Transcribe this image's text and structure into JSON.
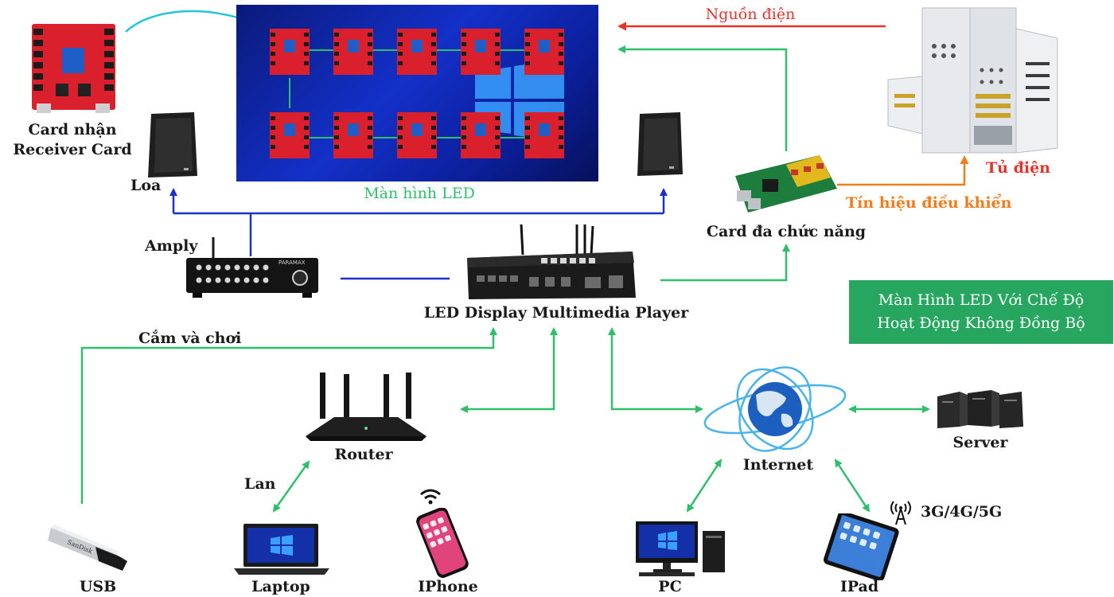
{
  "labels": {
    "receiver_card_line1": "Card nhận",
    "receiver_card_line2": "Receiver Card",
    "speaker": "Loa",
    "led_screen": "Màn hình LED",
    "power": "Nguồn điện",
    "cabinet": "Tủ điện",
    "control_signal": "Tín hiệu điều khiển",
    "multi_card": "Card đa chức năng",
    "amply": "Amply",
    "player": "LED Display Multimedia Player",
    "plug_play": "Cắm và chơi",
    "router": "Router",
    "lan": "Lan",
    "internet": "Internet",
    "server": "Server",
    "network": "3G/4G/5G",
    "usb": "USB",
    "laptop": "Laptop",
    "iphone": "IPhone",
    "pc": "PC",
    "ipad": "IPad",
    "amp_brand": "PARAMAX"
  },
  "info_box": {
    "line1": "Màn Hình LED Với Chế Độ",
    "line2": "Hoạt Động Không Đồng Bộ"
  },
  "colors": {
    "green_link": "#2fbf6a",
    "blue_link": "#1e2fd0",
    "power_red": "#e5332a",
    "signal_orange": "#f07d1e",
    "cyan_link": "#22c5d8",
    "box_green": "#27a660",
    "screen_blue": "#1330c8"
  },
  "icons": [
    "receiver-card-icon",
    "speaker-icon",
    "led-screen-icon",
    "electrical-cabinet-icon",
    "multifunction-card-icon",
    "amplifier-icon",
    "media-player-icon",
    "router-icon",
    "globe-icon",
    "server-icon",
    "usb-drive-icon",
    "laptop-icon",
    "iphone-icon",
    "wifi-icon",
    "pc-icon",
    "ipad-icon",
    "antenna-icon"
  ]
}
